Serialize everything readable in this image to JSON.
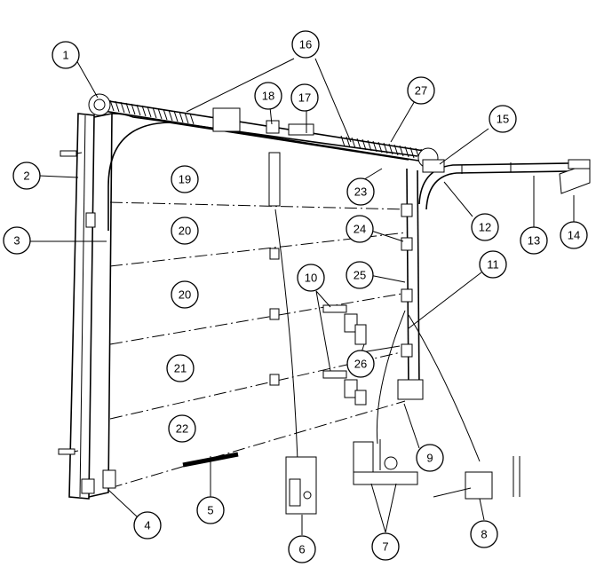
{
  "callouts": [
    {
      "id": "c1",
      "label": "1"
    },
    {
      "id": "c2",
      "label": "2"
    },
    {
      "id": "c3",
      "label": "3"
    },
    {
      "id": "c4",
      "label": "4"
    },
    {
      "id": "c5",
      "label": "5"
    },
    {
      "id": "c6",
      "label": "6"
    },
    {
      "id": "c7",
      "label": "7"
    },
    {
      "id": "c8",
      "label": "8"
    },
    {
      "id": "c9",
      "label": "9"
    },
    {
      "id": "c10",
      "label": "10"
    },
    {
      "id": "c11",
      "label": "11"
    },
    {
      "id": "c12",
      "label": "12"
    },
    {
      "id": "c13",
      "label": "13"
    },
    {
      "id": "c14",
      "label": "14"
    },
    {
      "id": "c15",
      "label": "15"
    },
    {
      "id": "c16",
      "label": "16"
    },
    {
      "id": "c17",
      "label": "17"
    },
    {
      "id": "c18",
      "label": "18"
    },
    {
      "id": "c23",
      "label": "23"
    },
    {
      "id": "c24",
      "label": "24"
    },
    {
      "id": "c25",
      "label": "25"
    },
    {
      "id": "c26",
      "label": "26"
    },
    {
      "id": "c27",
      "label": "27"
    }
  ],
  "panel_labels": [
    {
      "id": "p19",
      "label": "19"
    },
    {
      "id": "p20a",
      "label": "20"
    },
    {
      "id": "p20b",
      "label": "20"
    },
    {
      "id": "p21",
      "label": "21"
    },
    {
      "id": "p22",
      "label": "22"
    }
  ]
}
